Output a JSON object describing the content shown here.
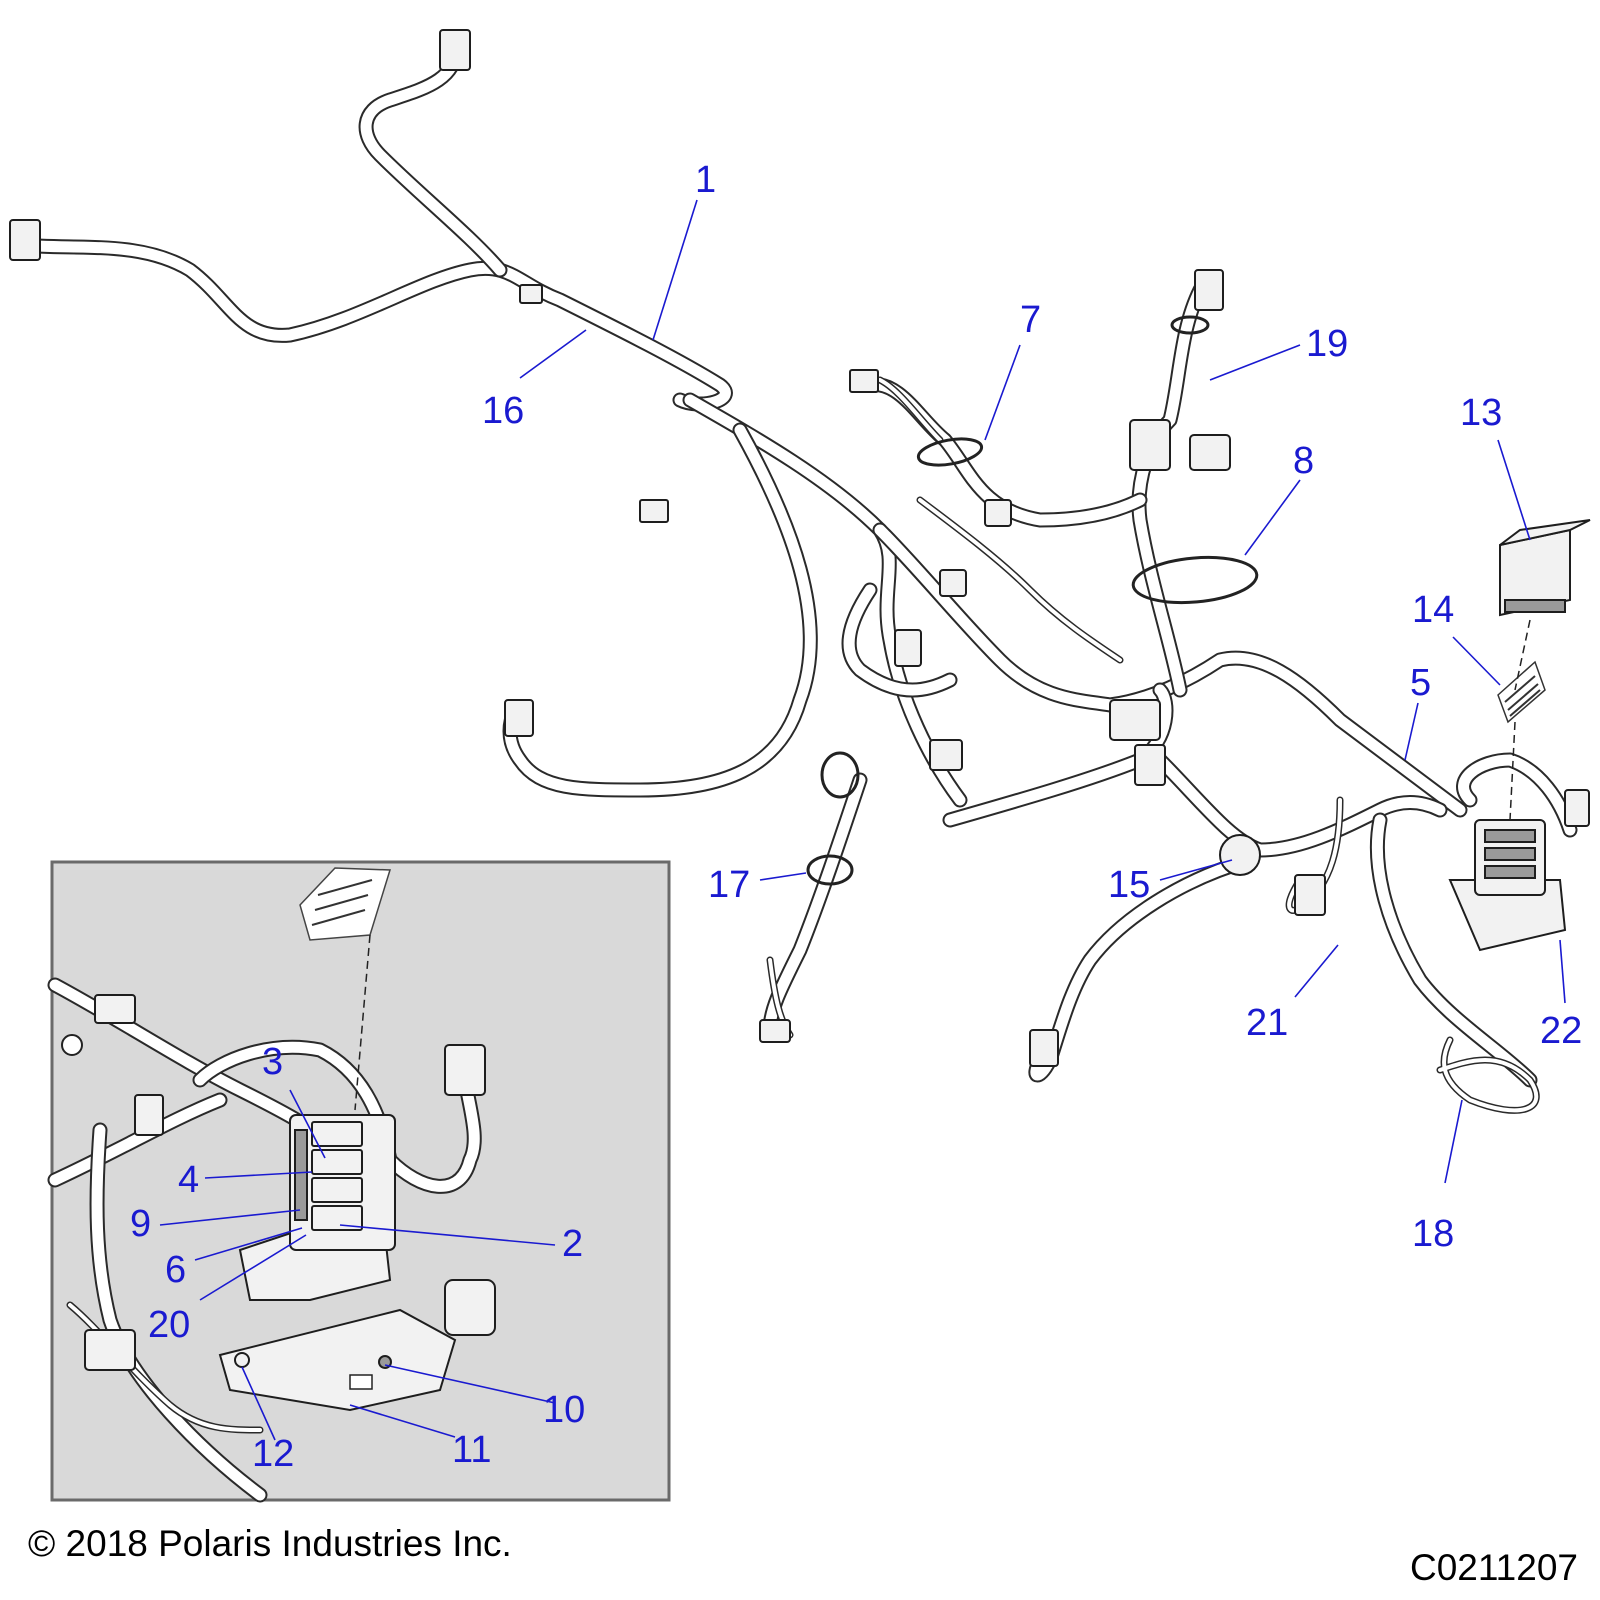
{
  "callouts": {
    "c1": "1",
    "c2": "2",
    "c3": "3",
    "c4": "4",
    "c5": "5",
    "c6": "6",
    "c7": "7",
    "c8": "8",
    "c9": "9",
    "c10": "10",
    "c11": "11",
    "c12": "12",
    "c13": "13",
    "c14": "14",
    "c15": "15",
    "c16": "16",
    "c17": "17",
    "c18": "18",
    "c19": "19",
    "c20": "20",
    "c21": "21",
    "c22": "22"
  },
  "footer": {
    "copyright": "© 2018 Polaris Industries Inc.",
    "figure_code": "C0211207"
  },
  "colors": {
    "callout": "#1a1ad0",
    "inset_background": "#d9d9d9",
    "line": "#2a2a2a"
  }
}
